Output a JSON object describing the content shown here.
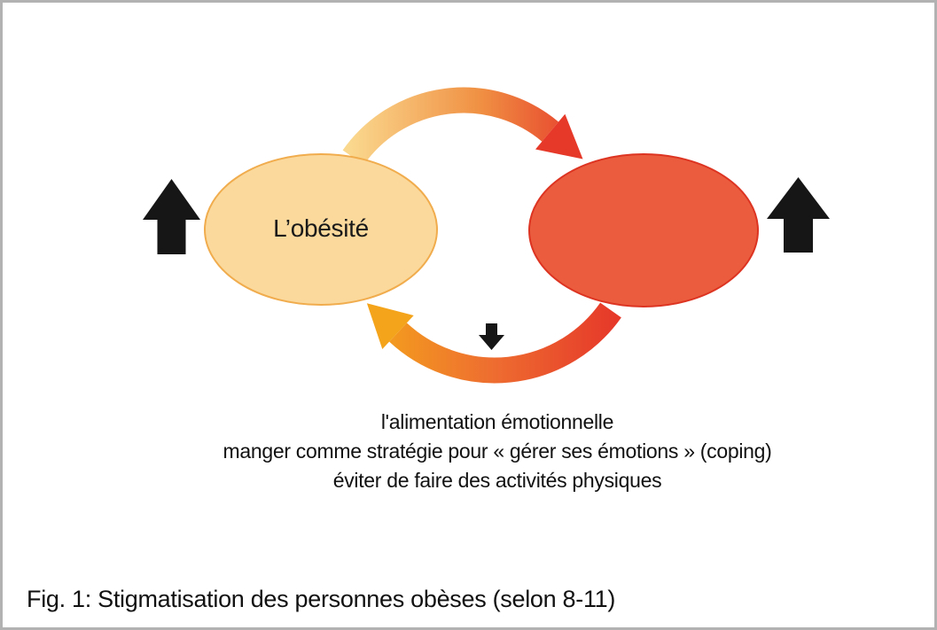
{
  "diagram": {
    "left_ellipse": {
      "label": "L’obésité"
    },
    "right_ellipse": {
      "label": ""
    },
    "description_lines": [
      "l'alimentation émotionnelle",
      "manger comme stratégie pour « gérer ses émotions » (coping)",
      "éviter de faire des activités physiques"
    ],
    "colors": {
      "yellow_fill": "#FBD99C",
      "yellow_stroke": "#F0AC4D",
      "red_fill": "#EA5C3D",
      "red_stroke": "#DD3422",
      "arc_yellow": "#FAD98F",
      "arc_orange": "#F09043",
      "arc_red": "#E6392A",
      "arc_mid": "#EE6E30",
      "arc_deep_orange": "#F4A41B",
      "black": "#161616",
      "border_gray": "#B2B2B2",
      "text": "#1A1A1A"
    }
  },
  "caption": "Fig. 1: Stigmatisation des personnes obèses (selon 8-11)"
}
